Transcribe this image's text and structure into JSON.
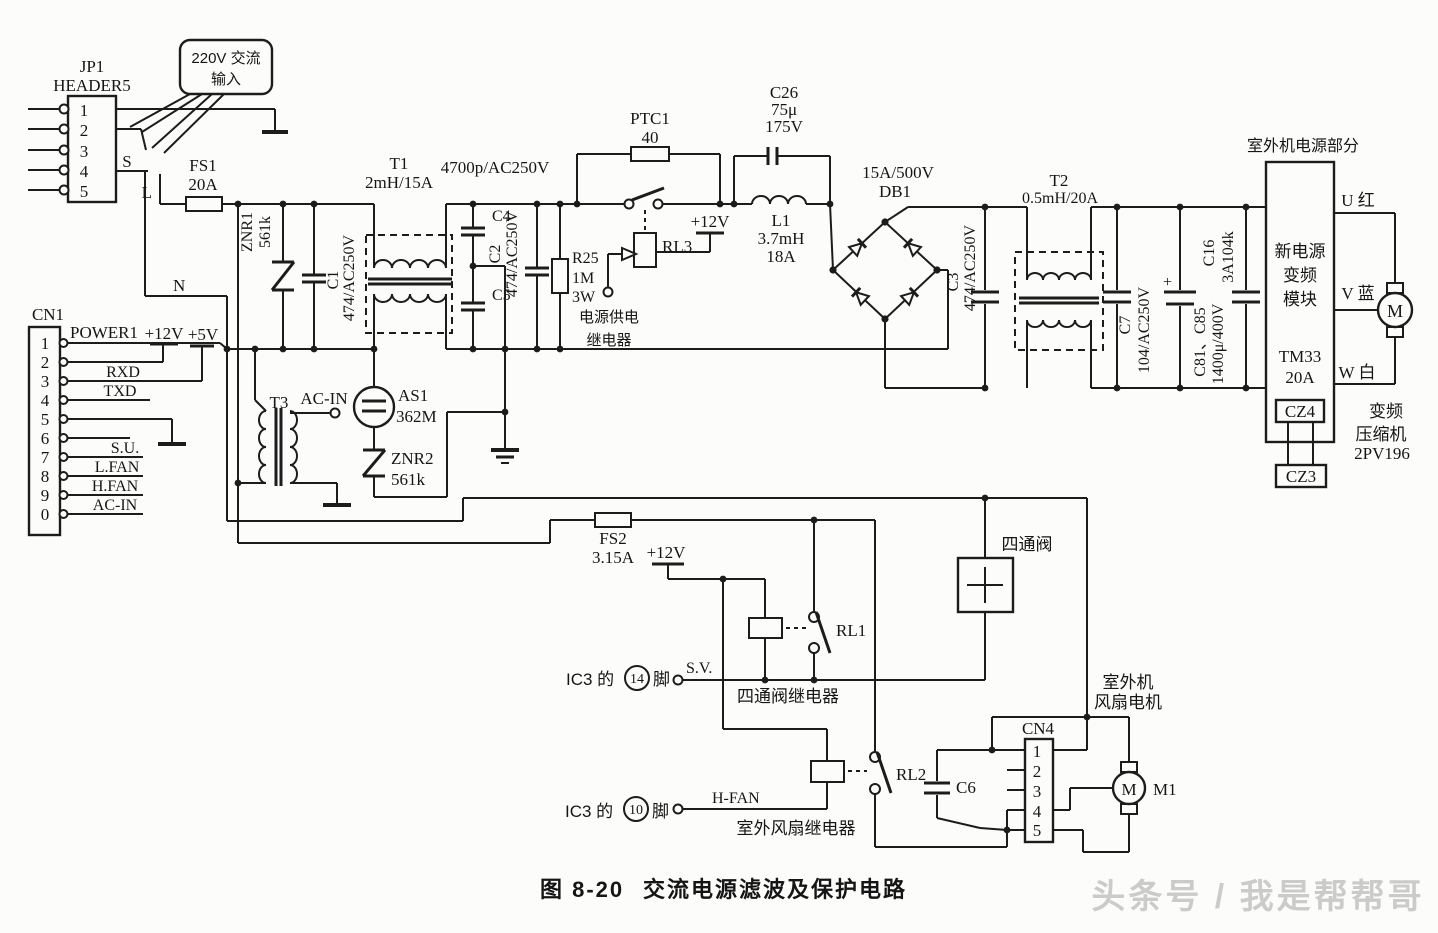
{
  "figure": {
    "number": "图 8-20",
    "caption": "交流电源滤波及保护电路"
  },
  "watermark": "头条号 / 我是帮帮哥",
  "callout": {
    "line1": "220V 交流",
    "line2": "输入"
  },
  "jp1": {
    "ref": "JP1",
    "type": "HEADER5",
    "pins": [
      "1",
      "2",
      "3",
      "4",
      "5"
    ],
    "s": "S",
    "l": "L",
    "n": "N"
  },
  "cn1": {
    "ref": "CN1",
    "pins": [
      "1",
      "2",
      "3",
      "4",
      "5",
      "6",
      "7",
      "8",
      "9",
      "0"
    ],
    "power": "POWER1",
    "v12": "+12V",
    "v5": "+5V",
    "rxd": "RXD",
    "txd": "TXD",
    "su": "S.U.",
    "lfan": "L.FAN",
    "hfan": "H.FAN",
    "acin": "AC-IN"
  },
  "fs1": {
    "ref": "FS1",
    "value": "20A"
  },
  "fs2": {
    "ref": "FS2",
    "value": "3.15A"
  },
  "znr1": {
    "ref": "ZNR1",
    "value": "561k"
  },
  "znr2": {
    "ref": "ZNR2",
    "value": "561k"
  },
  "c1": {
    "ref": "C1",
    "value": "474/AC250V"
  },
  "t1": {
    "ref": "T1",
    "value": "2mH/15A"
  },
  "cap4700": "4700p/AC250V",
  "c4": {
    "ref": "C4"
  },
  "c5": {
    "ref": "C5"
  },
  "c2": {
    "ref": "C2",
    "value": "474/AC250V"
  },
  "r25": {
    "ref": "R25",
    "v1": "1M",
    "v2": "3W"
  },
  "ptc1": {
    "ref": "PTC1",
    "value": "40"
  },
  "rl3": {
    "ref": "RL3",
    "v12": "+12V",
    "label1": "电源供电",
    "label2": "继电器"
  },
  "c26": {
    "ref": "C26",
    "v1": "75μ",
    "v2": "175V"
  },
  "l1": {
    "ref": "L1",
    "v1": "3.7mH",
    "v2": "18A"
  },
  "db1": {
    "rating": "15A/500V",
    "ref": "DB1"
  },
  "c3": {
    "ref": "C3",
    "value": "474/AC250V"
  },
  "t2": {
    "ref": "T2",
    "value": "0.5mH/20A"
  },
  "c7": {
    "ref": "C7",
    "value": "104/AC250V"
  },
  "c8185": {
    "ref": "C81、C85",
    "value": "1400μ/400V",
    "plus": "+"
  },
  "c16": {
    "ref": "C16",
    "value": "3A104k"
  },
  "module": {
    "section": "室外机电源部分",
    "l1": "新电源",
    "l2": "变频",
    "l3": "模块",
    "l4": "TM33",
    "l5": "20A",
    "cz4": "CZ4",
    "cz3": "CZ3"
  },
  "outputs": {
    "u": "U 红",
    "v": "V 蓝",
    "w": "W 白",
    "motor": "M",
    "comp1": "变频",
    "comp2": "压缩机",
    "comp3": "2PV196"
  },
  "t3": {
    "ref": "T3",
    "acin": "AC-IN"
  },
  "as1": {
    "ref": "AS1",
    "value": "362M"
  },
  "valve": {
    "name": "四通阀",
    "relay": "四通阀继电器"
  },
  "rl1": {
    "ref": "RL1"
  },
  "rl2": {
    "ref": "RL2"
  },
  "ic14": {
    "prefix": "IC3 的",
    "pin": "14",
    "suffix": "脚",
    "signal": "S.V."
  },
  "ic10": {
    "prefix": "IC3 的",
    "pin": "10",
    "suffix": "脚",
    "signal": "H-FAN"
  },
  "fan": {
    "relay": "室外风扇继电器",
    "l1": "室外机",
    "l2": "风扇电机",
    "ref": "M1",
    "m": "M"
  },
  "c6": {
    "ref": "C6"
  },
  "cn4": {
    "ref": "CN4",
    "pins": [
      "1",
      "2",
      "3",
      "4",
      "5"
    ]
  },
  "p12b": "+12V"
}
